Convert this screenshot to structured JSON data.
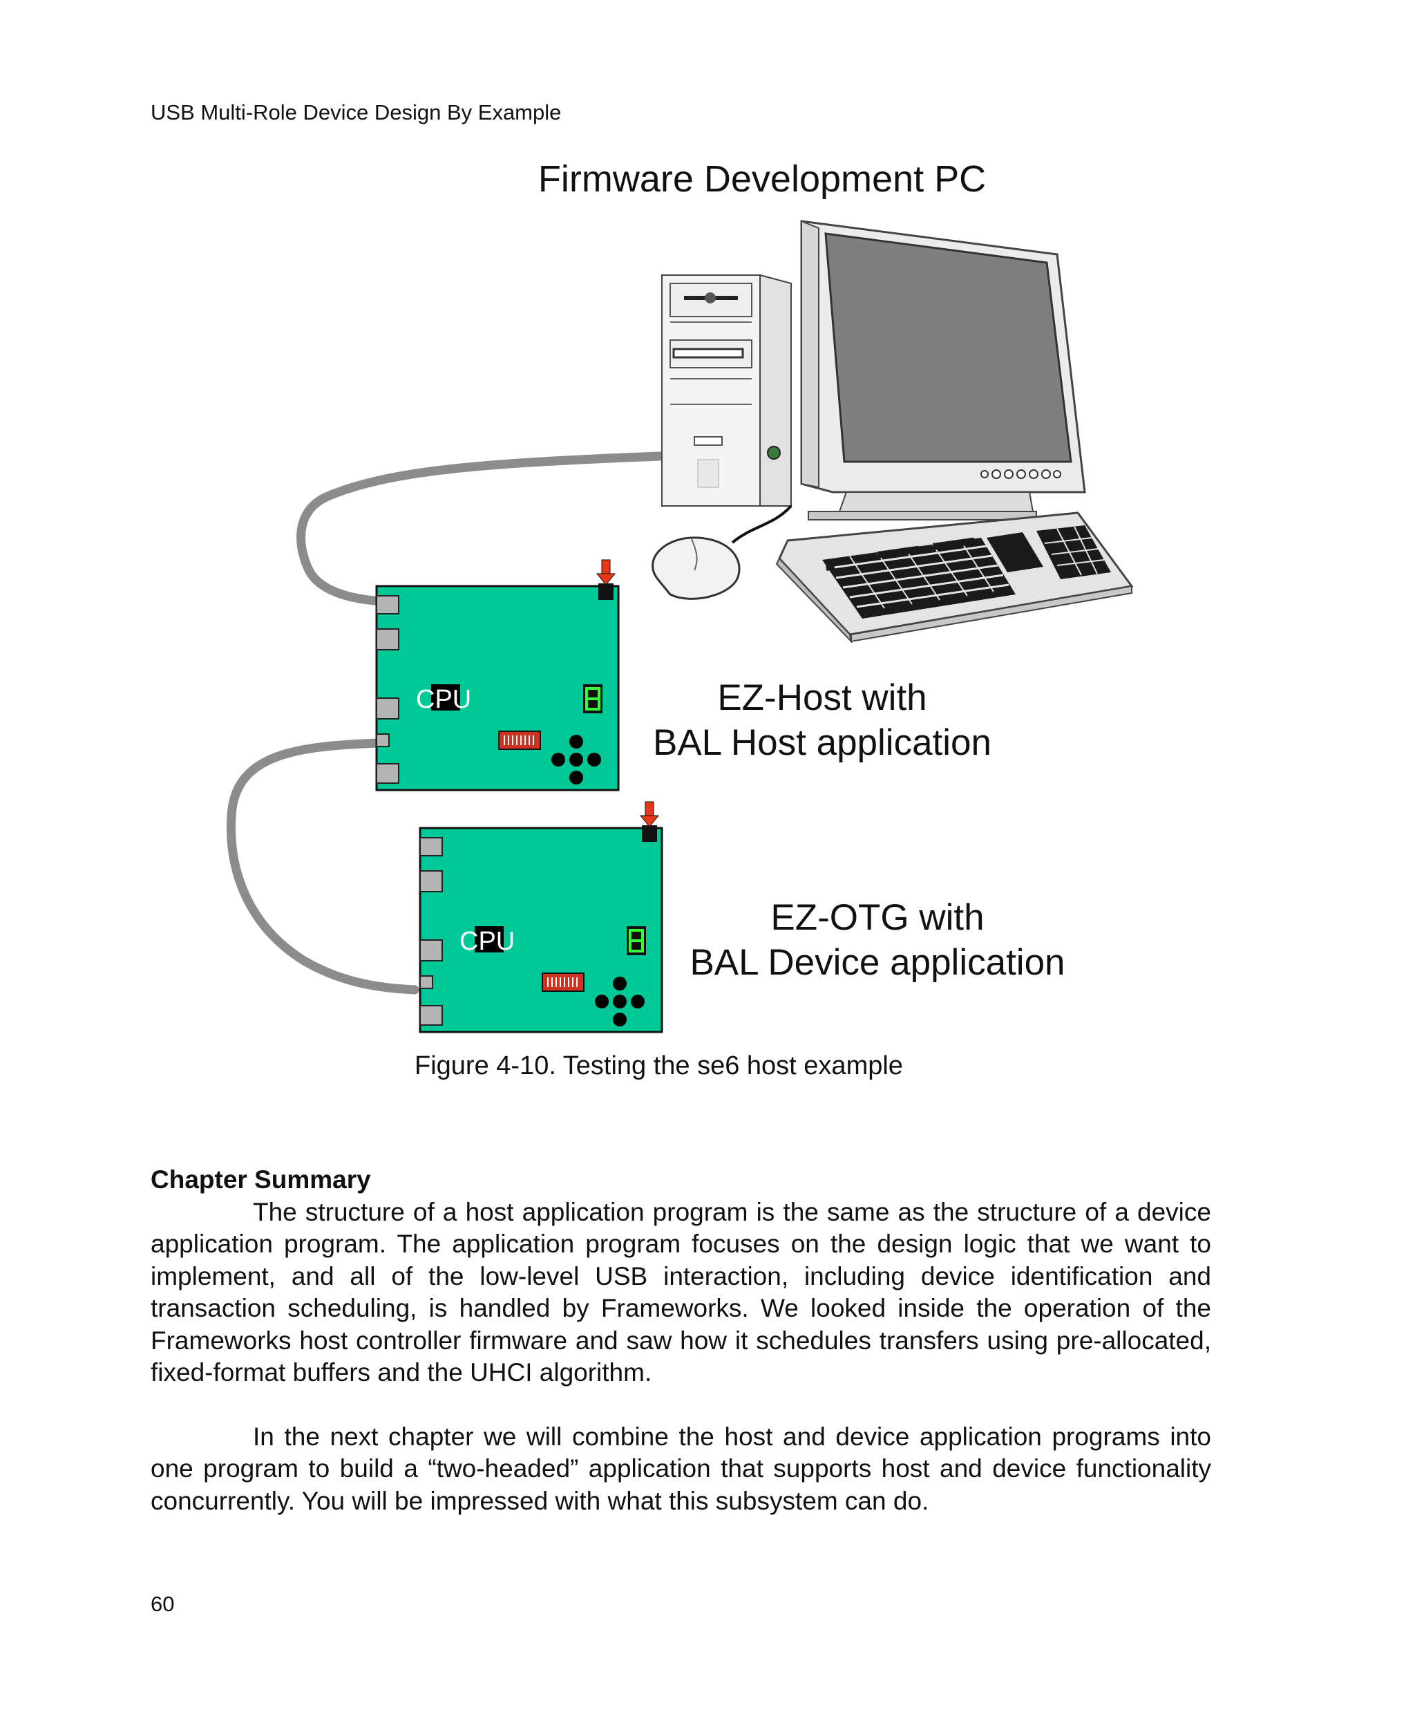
{
  "header": {
    "running_title": "USB Multi-Role Device Design By Example"
  },
  "figure": {
    "title": "Firmware Development PC",
    "host_board": {
      "chip_label": "CPU",
      "label_line1": "EZ-Host with",
      "label_line2": "BAL Host application"
    },
    "otg_board": {
      "chip_label": "CPU",
      "label_line1": "EZ-OTG with",
      "label_line2": "BAL Device application"
    },
    "caption": "Figure 4-10.  Testing the se6 host example"
  },
  "summary": {
    "heading": "Chapter Summary",
    "paragraph1": "The structure of a host application program is the same as the structure of a device application program.  The application program focuses on the design logic that we want to implement, and all of the low-level USB interaction, including device identification and transaction scheduling, is handled by Frameworks.  We looked inside the operation of the Frameworks host controller firmware and saw how it schedules transfers using pre-allocated, fixed-format buffers and the UHCI algorithm.",
    "paragraph2": "In the next chapter we will combine the host and device application programs into one program to build a “two-headed” application that supports host and device functionality concurrently.  You will be impressed with what this subsystem can do."
  },
  "footer": {
    "page_number": "60"
  },
  "colors": {
    "board": "#00c896",
    "cable": "#8c8c8c",
    "reset_arrow": "#e8381a",
    "led_digit": "#33ff33"
  }
}
